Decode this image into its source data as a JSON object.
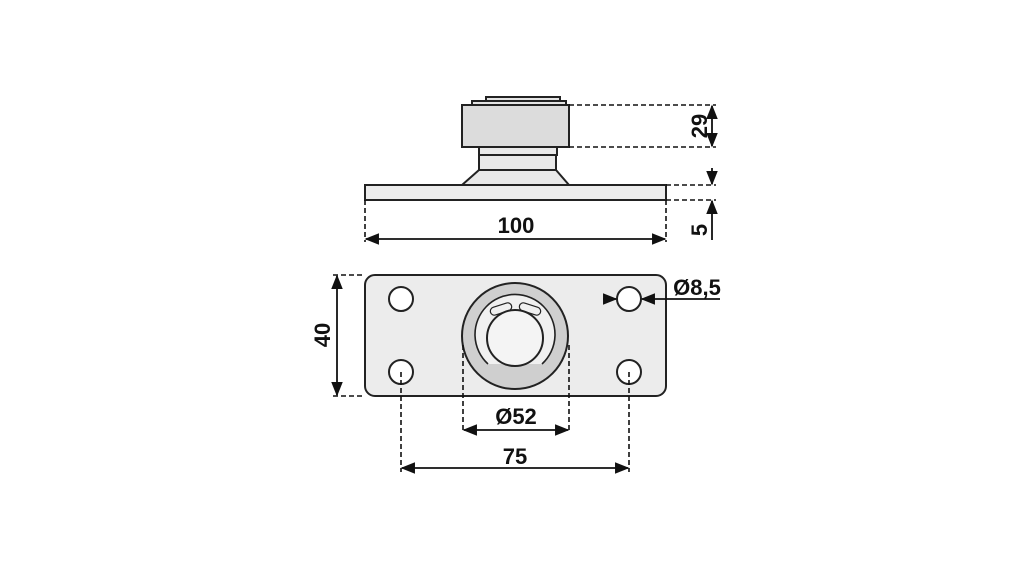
{
  "title": "Mounting plate technical drawing",
  "dimensions": {
    "cap_height": "29",
    "plate_thickness": "5",
    "plate_length": "100",
    "plate_width": "40",
    "hole_diameter": "Ø8,5",
    "boss_diameter": "Ø52",
    "hole_spacing": "75"
  },
  "colors": {
    "plate": "#ececec",
    "cap": "#dcdcdc",
    "ring": "#cfcfcf"
  }
}
